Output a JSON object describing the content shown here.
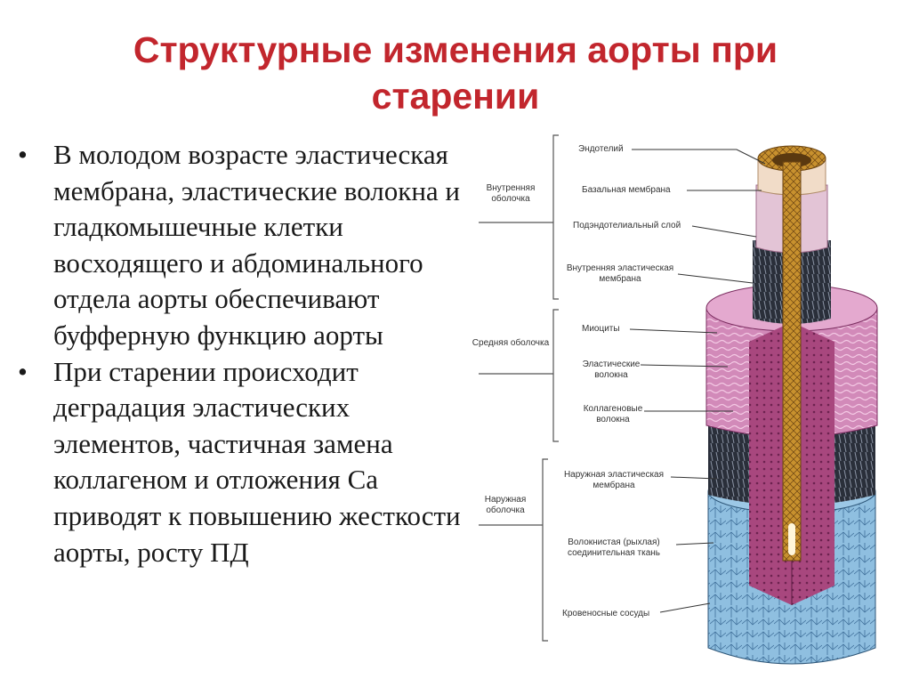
{
  "slide": {
    "title": "Структурные изменения аорты при старении",
    "bullets": [
      "В молодом возрасте эластическая мембрана, эластические волокна и гладкомышечные клетки восходящего и абдоминального отдела аорты обеспечивают буфферную функцию аорты",
      "При старении происходит деградация эластических элементов, частичная замена коллагеном и отложения Са приводят к повышению жесткости аорты, росту ПД"
    ],
    "bullet_symbol": "•"
  },
  "diagram": {
    "groups": [
      {
        "label": "Внутренняя оболочка",
        "layers": [
          "Эндотелий",
          "Базальная мембрана",
          "Подэндотелиальный слой",
          "Внутренняя эластическая мембрана"
        ]
      },
      {
        "label": "Средняя оболочка",
        "layers": [
          "Миоциты",
          "Эластические волокна",
          "Коллагеновые волокна"
        ]
      },
      {
        "label": "Наружная оболочка",
        "layers": [
          "Наружная эластическая мембрана",
          "Волокнистая (рыхлая) соединительная ткань",
          "Кровеносные сосуды"
        ]
      }
    ]
  },
  "colors": {
    "title": "#c2262d",
    "endothelium": "#c8912e",
    "basal": "#f1dcc8",
    "subendothelial": "#e3c4d6",
    "elastic_membrane": "#2a2f3a",
    "media": "#c26aa6",
    "media_cut": "#a8477e",
    "adventitia": "#7fb3d6"
  }
}
